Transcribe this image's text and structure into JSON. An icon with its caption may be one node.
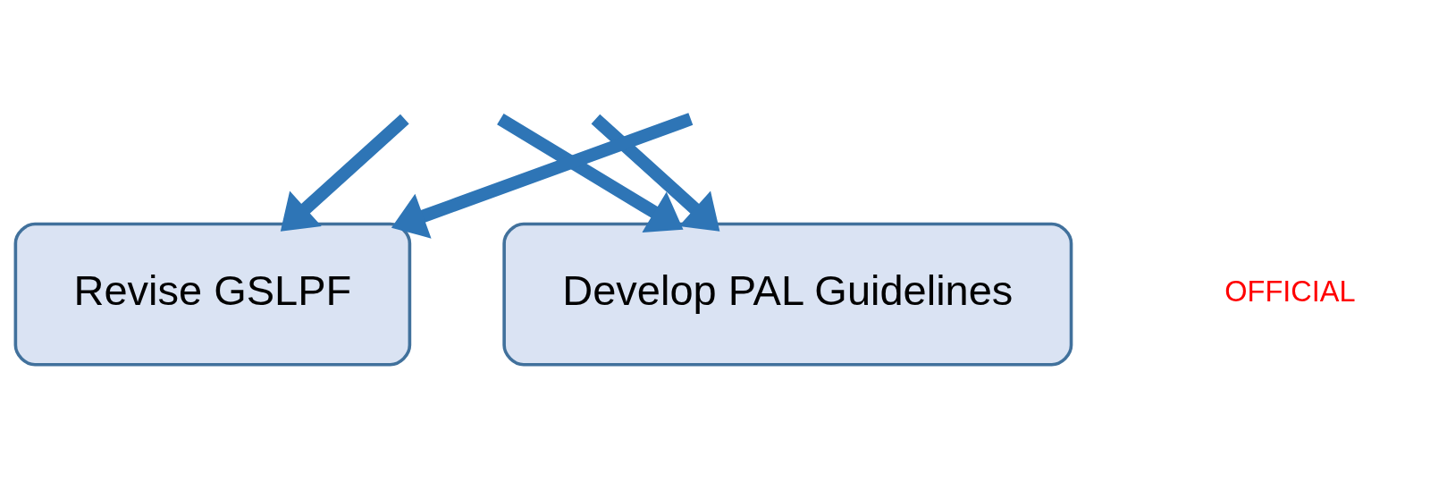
{
  "diagram": {
    "nodes": [
      {
        "text": [
          "Revise GSLPF"
        ]
      },
      {
        "text": [
          "Develop PAL Guidelines"
        ]
      }
    ],
    "edges": [
      {
        "from": null,
        "to": 0,
        "arrow": "to"
      },
      {
        "from": null,
        "to": 1,
        "arrow": "to"
      },
      {
        "from": null,
        "to": 1,
        "arrow": "to"
      },
      {
        "from": null,
        "to": 0,
        "arrow": "to"
      }
    ],
    "labels": [
      "OFFICIAL"
    ]
  }
}
